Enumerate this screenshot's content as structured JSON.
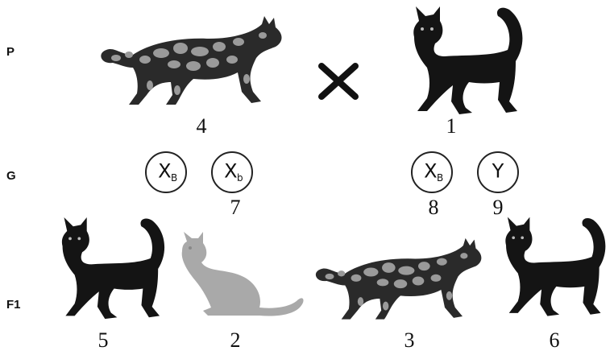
{
  "rows": {
    "p": "P",
    "g": "G",
    "f1": "F1"
  },
  "cats": {
    "parent_tortie": {
      "label": "4",
      "color": "tortoiseshell"
    },
    "parent_black": {
      "label": "1",
      "color": "black"
    },
    "offspring_black_left": {
      "label": "5",
      "color": "black"
    },
    "offspring_grey": {
      "label": "2",
      "color": "grey"
    },
    "offspring_tortie": {
      "label": "3",
      "color": "tortoiseshell"
    },
    "offspring_black_right": {
      "label": "6",
      "color": "black"
    }
  },
  "gametes": {
    "female_b_upper": {
      "symbol": "X",
      "allele": "B"
    },
    "female_b_lower": {
      "symbol": "X",
      "allele": "b",
      "label": "7"
    },
    "male_b": {
      "symbol": "X",
      "allele": "B",
      "label": "8"
    },
    "male_y": {
      "symbol": "Y",
      "allele": "",
      "label": "9"
    }
  },
  "colors": {
    "black": "#141414",
    "grey": "#a9a9a9",
    "tortie_base": "#2a2a2a",
    "tortie_patch": "#9a9a9a"
  },
  "cross_symbol": "cross-icon"
}
